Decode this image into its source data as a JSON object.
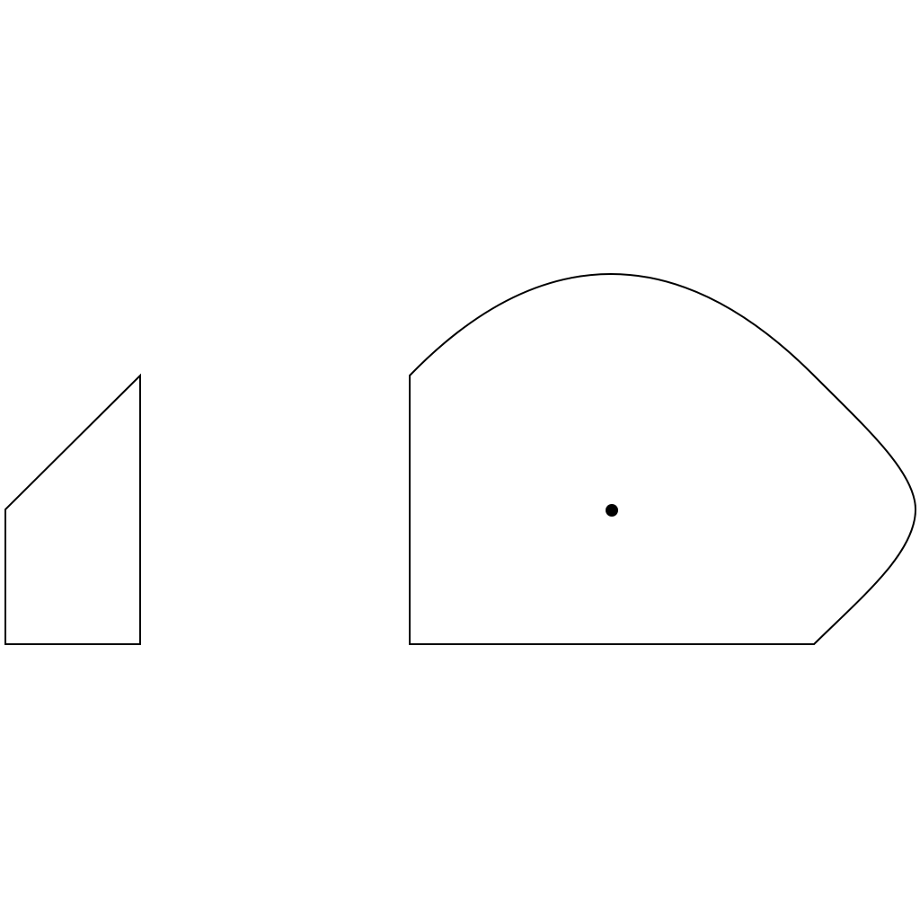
{
  "colors": {
    "background": "#ffffff",
    "stroke": "#000000",
    "center_dot": "#000000"
  },
  "diagram": {
    "shapes": [
      {
        "kind": "trapezoid-outline"
      },
      {
        "kind": "curved-region-outline"
      }
    ],
    "markers": [
      {
        "kind": "center-dot"
      }
    ]
  }
}
